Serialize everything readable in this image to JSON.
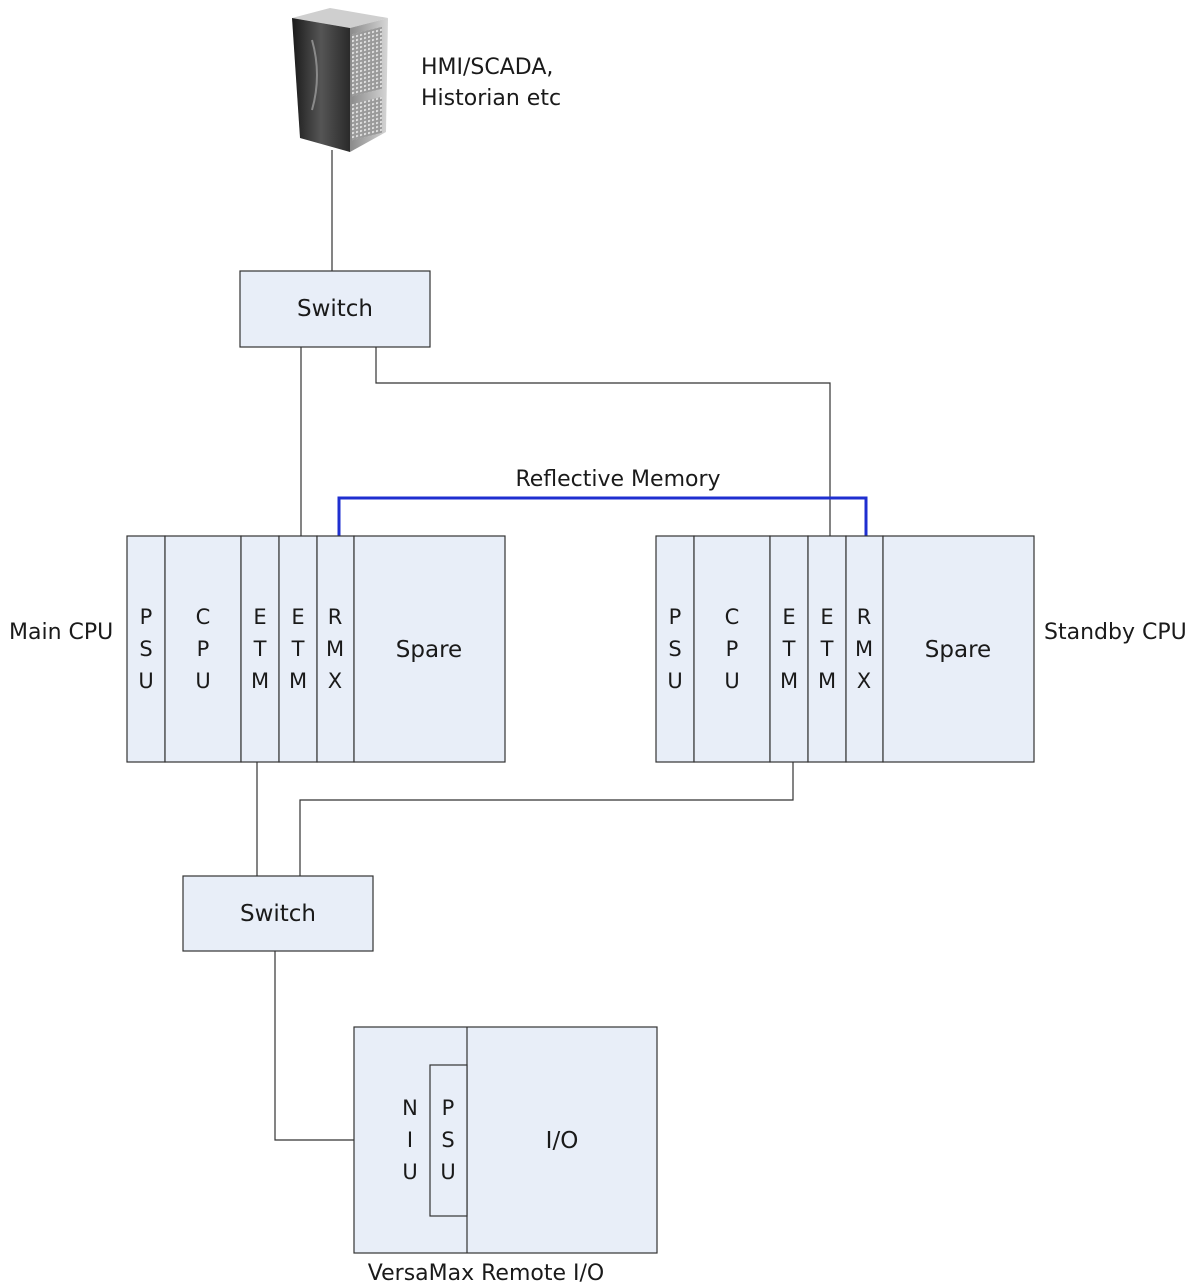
{
  "server": {
    "icon": "server-tower-icon",
    "label_line1": "HMI/SCADA,",
    "label_line2": "Historian etc"
  },
  "top_switch": {
    "label": "Switch"
  },
  "bottom_switch": {
    "label": "Switch"
  },
  "reflective_memory": {
    "label": "Reflective Memory",
    "color": "#1f2fd0"
  },
  "main_rack": {
    "label": "Main CPU",
    "modules": [
      {
        "lines": [
          "P",
          "S",
          "U"
        ]
      },
      {
        "lines": [
          "C",
          "P",
          "U"
        ]
      },
      {
        "lines": [
          "E",
          "T",
          "M"
        ]
      },
      {
        "lines": [
          "E",
          "T",
          "M"
        ]
      },
      {
        "lines": [
          "R",
          "M",
          "X"
        ]
      }
    ],
    "spare_label": "Spare"
  },
  "standby_rack": {
    "label": "Standby CPU",
    "modules": [
      {
        "lines": [
          "P",
          "S",
          "U"
        ]
      },
      {
        "lines": [
          "C",
          "P",
          "U"
        ]
      },
      {
        "lines": [
          "E",
          "T",
          "M"
        ]
      },
      {
        "lines": [
          "E",
          "T",
          "M"
        ]
      },
      {
        "lines": [
          "R",
          "M",
          "X"
        ]
      }
    ],
    "spare_label": "Spare"
  },
  "remote_io": {
    "label": "VersaMax Remote I/O",
    "niu": [
      "N",
      "I",
      "U"
    ],
    "psu": [
      "P",
      "S",
      "U"
    ],
    "io_label": "I/O"
  },
  "colors": {
    "module_fill": "#e8eef8",
    "outline": "#333333"
  }
}
